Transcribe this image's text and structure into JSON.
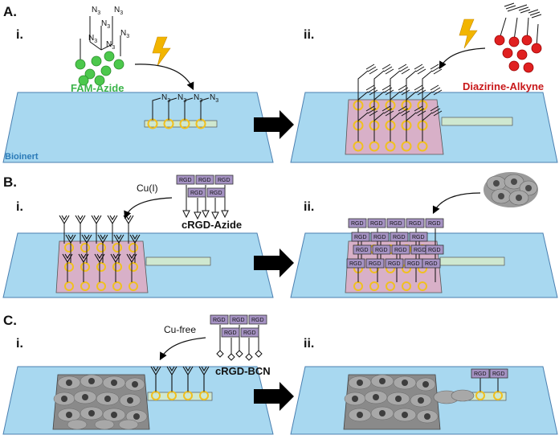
{
  "panels": {
    "A": {
      "label": "A.",
      "i_label": "i.",
      "ii_label": "ii.",
      "surface_label": "Bioinert",
      "reagent_left": "FAM-Azide",
      "reagent_right": "Diazirine-Alkyne",
      "azide_group": "N",
      "azide_sub": "3"
    },
    "B": {
      "label": "B.",
      "i_label": "i.",
      "ii_label": "ii.",
      "catalyst": "Cu(I)",
      "reagent": "cRGD-Azide"
    },
    "C": {
      "label": "C.",
      "i_label": "i.",
      "ii_label": "ii.",
      "catalyst": "Cu-free",
      "reagent": "cRGD-BCN"
    }
  },
  "peptide_tag": "RGD",
  "colors": {
    "surface": "#a8d8f0",
    "surface_edge": "#4a7fb0",
    "patch": "#d8b0c8",
    "strip": "#cfe8d0",
    "ring": "#f0c020",
    "fam": "#4cc84c",
    "fam_text": "#3bb44a",
    "diazirine": "#e02020",
    "diazirine_text": "#c8181a",
    "rgd_box": "#a693c4",
    "cell": "#a0a0a0",
    "nucleus": "#4a4a4a",
    "bolt": "#f2b500",
    "arrow": "#000000"
  },
  "icons": [
    "lightning-icon",
    "block-arrow-right-icon",
    "curved-arrow-icon"
  ]
}
